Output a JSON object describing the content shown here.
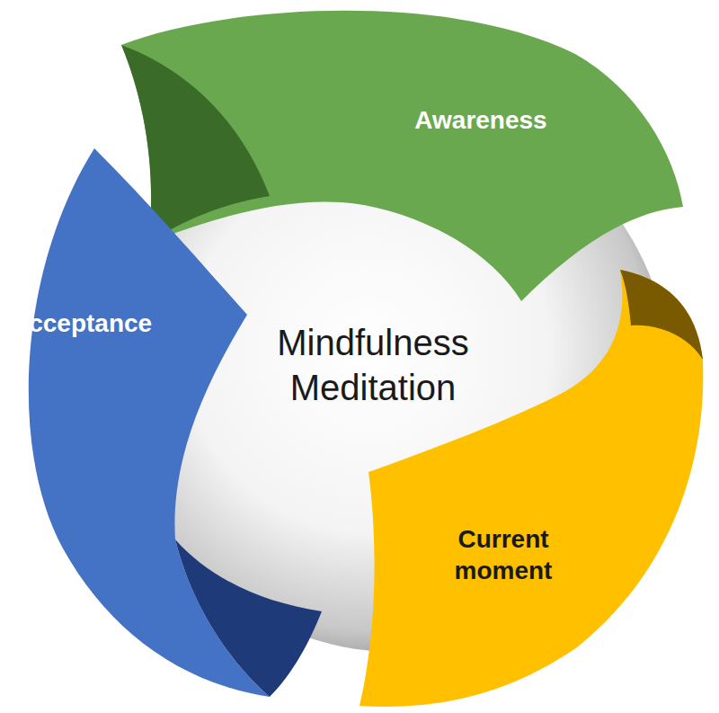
{
  "diagram": {
    "nodes": [
      {
        "text": [
          "Mindfulness Meditation"
        ]
      },
      {
        "text": [
          "Awareness"
        ]
      },
      {
        "text": [
          "Acceptance"
        ]
      },
      {
        "text": [
          "Current moment"
        ]
      }
    ]
  }
}
